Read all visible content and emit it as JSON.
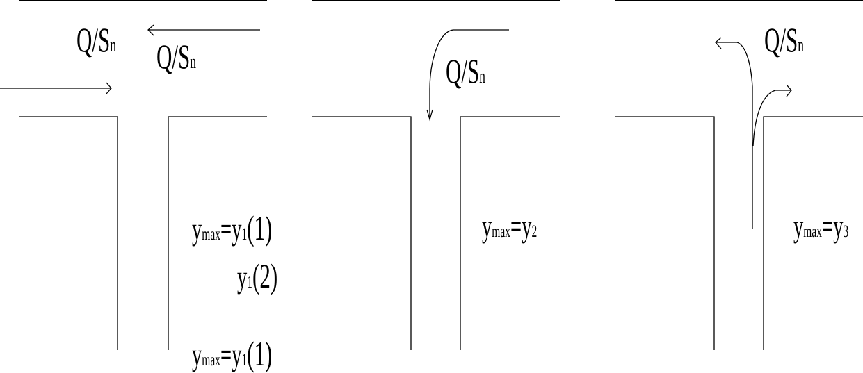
{
  "diagram": {
    "colors": {
      "line": "#000000",
      "background": "#ffffff"
    },
    "panels": [
      {
        "id": "panel-1",
        "flow_labels": [
          {
            "base": "Q/S",
            "sub": "n"
          },
          {
            "base": "Q/S",
            "sub": "n"
          }
        ],
        "flow_arrows": [
          "left-arrow-along-main-channel",
          "right-arrow-along-main-channel"
        ],
        "annotations": [
          {
            "lhs": "y",
            "lhs_sub": "max",
            "eq": "=",
            "rhs": "y",
            "rhs_sub": "1",
            "arg": "(1)"
          },
          {
            "lhs": "",
            "lhs_sub": "",
            "eq": "",
            "rhs": "y",
            "rhs_sub": "1",
            "arg": "(2)"
          },
          {
            "lhs": "y",
            "lhs_sub": "max",
            "eq": "=",
            "rhs": "y",
            "rhs_sub": "1",
            "arg": "(1)"
          }
        ]
      },
      {
        "id": "panel-2",
        "flow_labels": [
          {
            "base": "Q/S",
            "sub": "n"
          }
        ],
        "flow_arrows": [
          "curved-arrow-into-branch"
        ],
        "annotations": [
          {
            "lhs": "y",
            "lhs_sub": "max",
            "eq": "=",
            "rhs": "y",
            "rhs_sub": "2"
          }
        ]
      },
      {
        "id": "panel-3",
        "flow_labels": [
          {
            "base": "Q/S",
            "sub": "n"
          }
        ],
        "flow_arrows": [
          "curved-arrow-out-of-branch-left",
          "curved-arrow-out-of-branch-right"
        ],
        "annotations": [
          {
            "lhs": "y",
            "lhs_sub": "max",
            "eq": "=",
            "rhs": "y",
            "rhs_sub": "3"
          }
        ]
      }
    ]
  }
}
